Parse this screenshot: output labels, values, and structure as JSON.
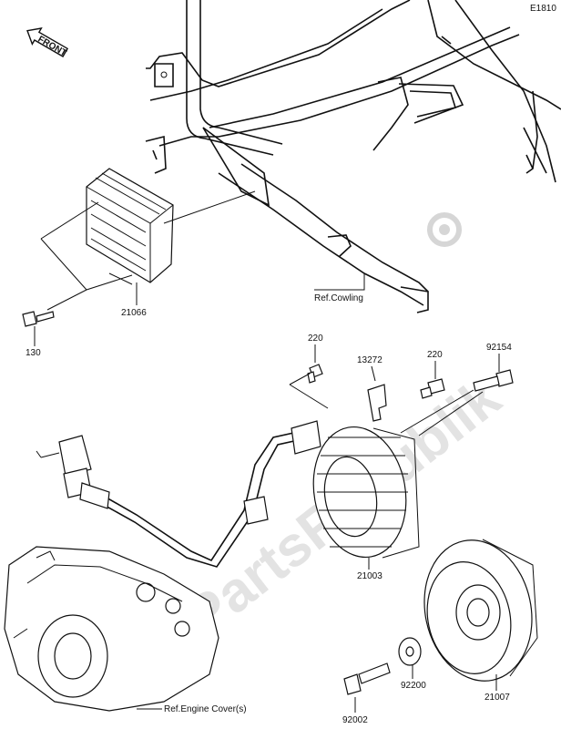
{
  "diagram_code": "E1810",
  "front_label": "FRONT",
  "watermark": "PartsRepublik",
  "parts": {
    "regulator": "21066",
    "regulator_bolt": "130",
    "bolt_220_left": "220",
    "clamp": "13272",
    "bolt_220_right": "220",
    "bolt_92154": "92154",
    "stator": "21003",
    "rotor": "21007",
    "washer": "92200",
    "rotor_bolt": "92002"
  },
  "references": {
    "cowling": "Ref.Cowling",
    "engine_cover": "Ref.Engine Cover(s)"
  }
}
